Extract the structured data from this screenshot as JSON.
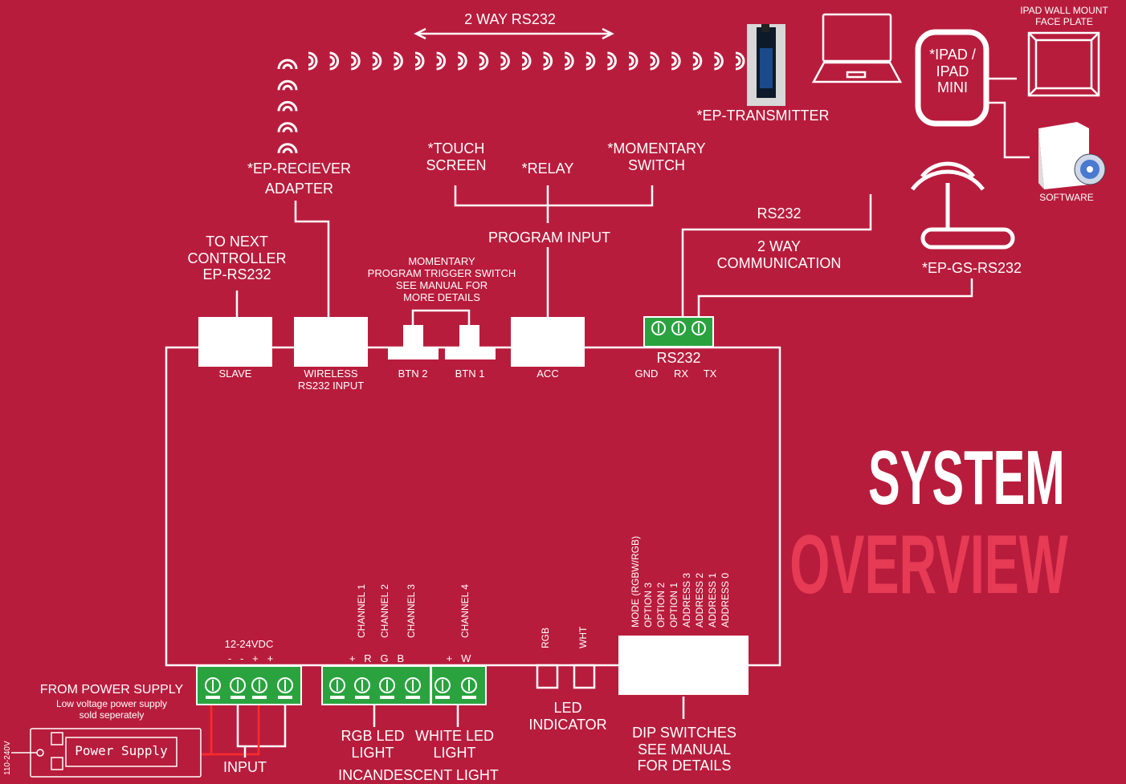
{
  "title": {
    "line1": "SYSTEM",
    "line2": "OVERVIEW",
    "line1_color": "#ffffff",
    "line2_color": "#e63a55"
  },
  "colors": {
    "background": "#b81c3c",
    "terminal_green": "#2aa33f",
    "white": "#ffffff"
  },
  "top": {
    "rs232_link": "2 WAY RS232",
    "transmitter": "*EP-TRANSMITTER",
    "receiver_line1": "*EP-RECIEVER",
    "receiver_line2": "ADAPTER",
    "ipad_line1": "*IPAD /",
    "ipad_line2": "IPAD",
    "ipad_line3": "MINI",
    "wall_mount_line1": "IPAD WALL MOUNT",
    "wall_mount_line2": "FACE PLATE",
    "software": "SOFTWARE",
    "gs_rs232": "*EP-GS-RS232",
    "rs232": "RS232",
    "comm_line1": "2 WAY",
    "comm_line2": "COMMUNICATION"
  },
  "inputs": {
    "touch_line1": "*TOUCH",
    "touch_line2": "SCREEN",
    "relay": "*RELAY",
    "momentary_line1": "*MOMENTARY",
    "momentary_line2": "SWITCH",
    "program_input": "PROGRAM INPUT",
    "next_line1": "TO NEXT",
    "next_line2": "CONTROLLER",
    "next_line3": "EP-RS232",
    "trigger_line1": "MOMENTARY",
    "trigger_line2": "PROGRAM TRIGGER SWITCH",
    "trigger_line3": "SEE MANUAL FOR",
    "trigger_line4": "MORE DETAILS"
  },
  "ports": {
    "slave": "SLAVE",
    "wireless_line1": "WIRELESS",
    "wireless_line2": "RS232 INPUT",
    "btn2": "BTN 2",
    "btn1": "BTN 1",
    "acc": "ACC",
    "rs232": "RS232",
    "gnd": "GND",
    "rx": "RX",
    "tx": "TX"
  },
  "bottom": {
    "vdc": "12-24VDC",
    "power_pins": "-   -   +   +",
    "channel1": "CHANNEL 1",
    "channel2": "CHANNEL 2",
    "channel3": "CHANNEL 3",
    "channel4": "CHANNEL 4",
    "rgb_pins": "+   R   G   B",
    "white_pins": "+   W",
    "led_rgb": "RGB",
    "led_wht": "WHT",
    "led_line1": "LED",
    "led_line2": "INDICATOR",
    "dip_labels": [
      "MODE   (RGBW/RGB)",
      "OPTION 3",
      "OPTION 2",
      "OPTION 1",
      "ADDRESS 3",
      "ADDRESS 2",
      "ADDRESS 1",
      "ADDRESS 0"
    ],
    "dip_line1": "DIP SWITCHES",
    "dip_line2": "SEE MANUAL",
    "dip_line3": "FOR DETAILS",
    "from_ps": "FROM POWER SUPPLY",
    "lv_line1": "Low voltage power supply",
    "lv_line2": "sold seperately",
    "ps_label": "Power Supply",
    "ps_voltage": "110-240V",
    "input": "INPUT",
    "rgb_led_line1": "RGB LED",
    "rgb_led_line2": "LIGHT",
    "white_led_line1": "WHITE LED",
    "white_led_line2": "LIGHT",
    "incandescent": "INCANDESCENT LIGHT"
  }
}
